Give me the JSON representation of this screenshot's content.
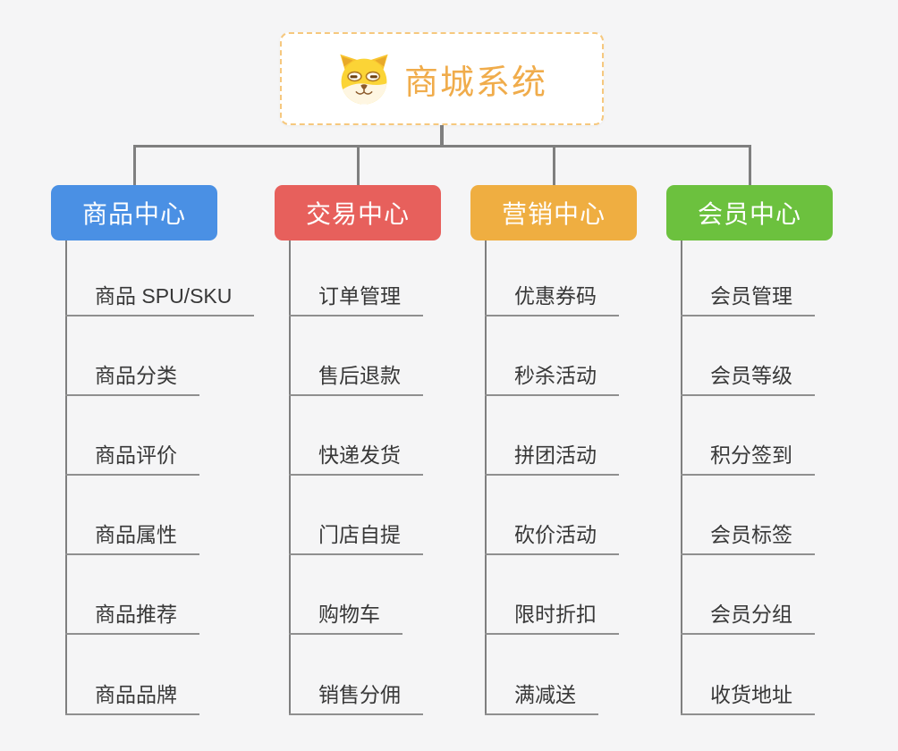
{
  "root": {
    "title": "商城系统",
    "icon": "dog-face-icon"
  },
  "branches": [
    {
      "label": "商品中心",
      "color": "#4A90E4",
      "items": [
        "商品 SPU/SKU",
        "商品分类",
        "商品评价",
        "商品属性",
        "商品推荐",
        "商品品牌"
      ]
    },
    {
      "label": "交易中心",
      "color": "#E7605C",
      "items": [
        "订单管理",
        "售后退款",
        "快递发货",
        "门店自提",
        "购物车",
        "销售分佣"
      ]
    },
    {
      "label": "营销中心",
      "color": "#EFAE41",
      "items": [
        "优惠券码",
        "秒杀活动",
        "拼团活动",
        "砍价活动",
        "限时折扣",
        "满减送"
      ]
    },
    {
      "label": "会员中心",
      "color": "#6CC13E",
      "items": [
        "会员管理",
        "会员等级",
        "积分签到",
        "会员标签",
        "会员分组",
        "收货地址"
      ]
    }
  ],
  "colors": {
    "background": "#F5F5F6",
    "connector": "#7F7F7F",
    "underline": "#8F8F8F",
    "item_text": "#383838",
    "root_border": "#F6C87E",
    "root_title": "#F0AC4B",
    "root_bg": "#FFFFFF",
    "branch_text": "#FFFFFF"
  }
}
